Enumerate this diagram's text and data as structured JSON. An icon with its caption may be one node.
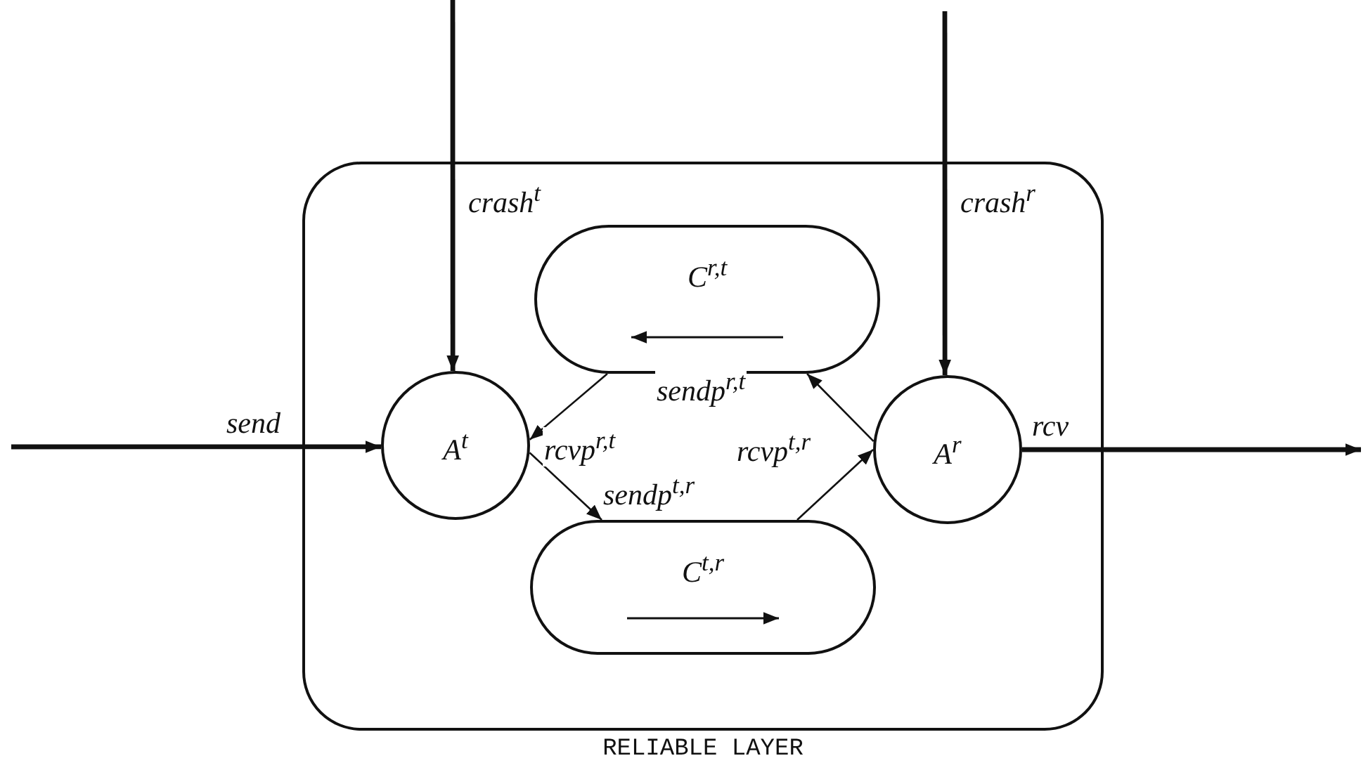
{
  "diagram": {
    "nodes": [
      {
        "text": [
          "RELIABLE LAYER"
        ]
      },
      {
        "text": [
          "A$^{t}$"
        ],
        "in": 0
      },
      {
        "text": [
          "C$^{r,t}$"
        ],
        "in": 0
      },
      {
        "text": [
          "A$^{r}$"
        ],
        "in": 0
      },
      {
        "text": [
          "C$^{t,r}$"
        ],
        "in": 0
      }
    ],
    "edges": [
      {
        "from": null,
        "to": 1,
        "arrow": "to",
        "label": "crash$^{t}$",
        "style": "thick"
      },
      {
        "from": null,
        "to": 3,
        "arrow": "to",
        "label": "crash$^{r}$",
        "style": "thick"
      },
      {
        "from": null,
        "to": 1,
        "arrow": "to",
        "label": "send",
        "style": "thick"
      },
      {
        "from": 3,
        "to": null,
        "arrow": "to",
        "label": "rcv",
        "style": "thick"
      },
      {
        "from": 2,
        "to": 1,
        "arrow": "to",
        "label": "rcvp$^{r,t}$"
      },
      {
        "from": 3,
        "to": 2,
        "arrow": "to",
        "label": "sendp$^{r,t}$"
      },
      {
        "from": 1,
        "to": 4,
        "arrow": "to",
        "label": "sendp$^{t,r}$"
      },
      {
        "from": 4,
        "to": 3,
        "arrow": "to",
        "label": "rcvp$^{t,r}$"
      }
    ]
  }
}
